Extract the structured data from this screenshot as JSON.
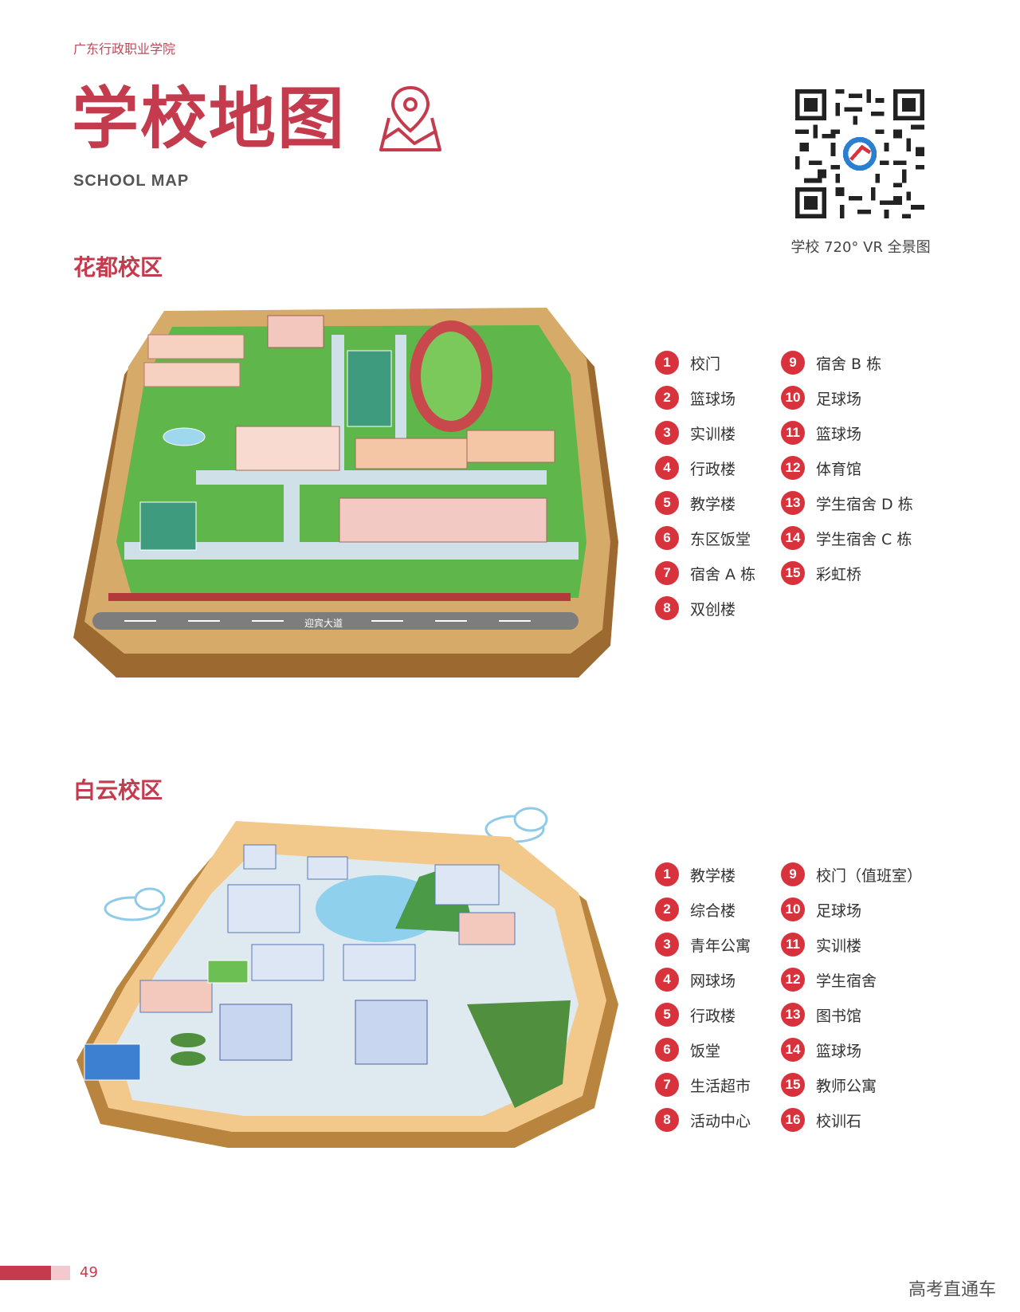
{
  "header": {
    "school_name": "广东行政职业学院",
    "title": "学校地图",
    "subtitle_en": "SCHOOL MAP",
    "qr_caption": "学校 720° VR 全景图"
  },
  "campuses": [
    {
      "name": "花都校区",
      "legend": [
        {
          "num": "1",
          "label": "校门"
        },
        {
          "num": "9",
          "label": "宿舍 B 栋"
        },
        {
          "num": "2",
          "label": "篮球场"
        },
        {
          "num": "10",
          "label": "足球场"
        },
        {
          "num": "3",
          "label": "实训楼"
        },
        {
          "num": "11",
          "label": "篮球场"
        },
        {
          "num": "4",
          "label": "行政楼"
        },
        {
          "num": "12",
          "label": "体育馆"
        },
        {
          "num": "5",
          "label": "教学楼"
        },
        {
          "num": "13",
          "label": "学生宿舍 D 栋"
        },
        {
          "num": "6",
          "label": "东区饭堂"
        },
        {
          "num": "14",
          "label": "学生宿舍 C 栋"
        },
        {
          "num": "7",
          "label": "宿舍 A 栋"
        },
        {
          "num": "15",
          "label": "彩虹桥"
        },
        {
          "num": "8",
          "label": "双创楼"
        }
      ],
      "road_label": "迎宾大道"
    },
    {
      "name": "白云校区",
      "legend": [
        {
          "num": "1",
          "label": "教学楼"
        },
        {
          "num": "9",
          "label": "校门（值班室）"
        },
        {
          "num": "2",
          "label": "综合楼"
        },
        {
          "num": "10",
          "label": "足球场"
        },
        {
          "num": "3",
          "label": "青年公寓"
        },
        {
          "num": "11",
          "label": "实训楼"
        },
        {
          "num": "4",
          "label": "网球场"
        },
        {
          "num": "12",
          "label": "学生宿舍"
        },
        {
          "num": "5",
          "label": "行政楼"
        },
        {
          "num": "13",
          "label": "图书馆"
        },
        {
          "num": "6",
          "label": "饭堂"
        },
        {
          "num": "14",
          "label": "篮球场"
        },
        {
          "num": "7",
          "label": "生活超市"
        },
        {
          "num": "15",
          "label": "教师公寓"
        },
        {
          "num": "8",
          "label": "活动中心"
        },
        {
          "num": "16",
          "label": "校训石"
        }
      ]
    }
  ],
  "footer": {
    "page_number": "49",
    "watermark": "高考直通车"
  },
  "colors": {
    "accent": "#c53b4e",
    "badge": "#d8323d"
  }
}
